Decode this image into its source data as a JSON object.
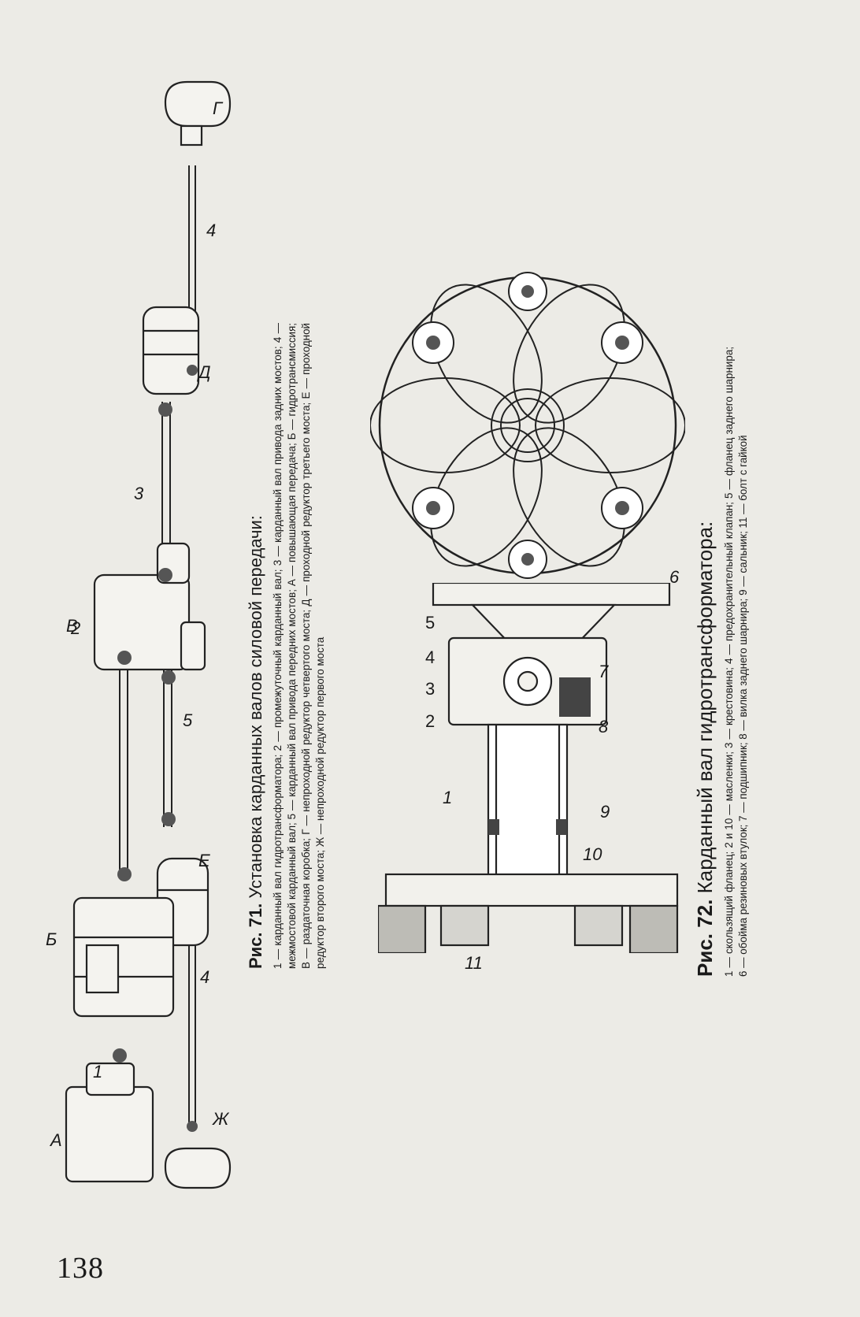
{
  "page_number": "138",
  "fig71": {
    "number": "Рис. 71.",
    "title": "Установка карданных валов силовой передачи:",
    "legend": "1 — карданный вал гидротрансформатора; 2 — промежуточный карданный вал; 3 — карданный вал привода задних мостов; 4 — межмостовой карданный вал; 5 — карданный вал привода передних мостов; А — повышающая передача; Б — гидротрансмиссия; В — раздаточная коробка; Г — непроходной редуктор четвертого моста; Д — проходной редуктор третьего моста; Е — проходной редуктор второго моста; Ж — непроходной редуктор первого моста",
    "labels": {
      "A": "А",
      "B": "Б",
      "V": "В",
      "G": "Г",
      "D": "Д",
      "E": "Е",
      "Zh": "Ж",
      "n1": "1",
      "n2": "2",
      "n3": "3",
      "n4a": "4",
      "n4b": "4",
      "n5": "5"
    }
  },
  "fig72": {
    "number": "Рис. 72.",
    "title": "Карданный вал гидротрансформатора:",
    "legend": "1 — скользящий фланец; 2 и 10 — масленки; 3 — крестовина; 4 — предохранительный клапан; 5 — фланец заднего шарнира; 6 — обойма резиновых втулок; 7 — подшипник; 8 — вилка заднего шарнира; 9 — сальник; 11 — болт с гайкой",
    "labels": {
      "n1": "1",
      "n2": "2",
      "n3": "3",
      "n4": "4",
      "n5": "5",
      "n6": "6",
      "n7": "7",
      "n8": "8",
      "n9": "9",
      "n10": "10",
      "n11": "11"
    }
  }
}
